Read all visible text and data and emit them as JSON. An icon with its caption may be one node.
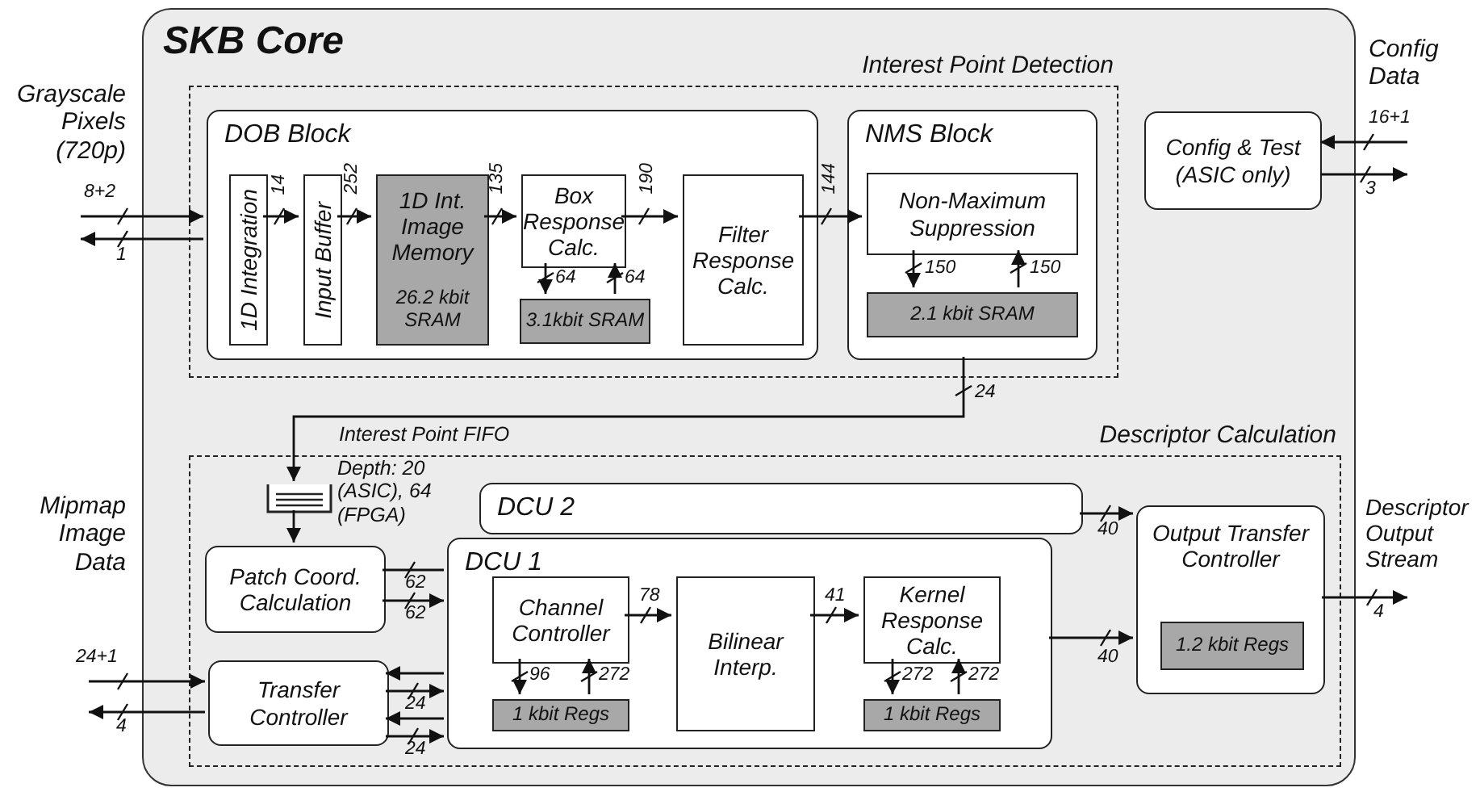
{
  "diagram": {
    "nodes": [
      {
        "text": [
          "SKB Core"
        ]
      },
      {
        "text": [
          "Interest Point Detection"
        ],
        "in": 0
      },
      {
        "text": [
          "DOB Block"
        ],
        "in": 1
      },
      {
        "text": [
          "1D Integration"
        ],
        "in": 2
      },
      {
        "text": [
          "Input Buffer"
        ],
        "in": 2
      },
      {
        "text": [
          "1D Int. Image Memory",
          "26.2 kbit SRAM"
        ],
        "in": 2
      },
      {
        "text": [
          "Box Response Calc."
        ],
        "in": 2
      },
      {
        "text": [
          "3.1kbit SRAM"
        ],
        "in": 2
      },
      {
        "text": [
          "Filter Response Calc."
        ],
        "in": 2
      },
      {
        "text": [
          "NMS Block"
        ],
        "in": 1
      },
      {
        "text": [
          "Non-Maximum Suppression"
        ],
        "in": 9
      },
      {
        "text": [
          "2.1 kbit SRAM"
        ],
        "in": 9
      },
      {
        "text": [
          "Config & Test (ASIC only)"
        ],
        "in": 0
      },
      {
        "text": [
          "Descriptor Calculation"
        ],
        "in": 0
      },
      {
        "text": [],
        "shape": "box",
        "in": 13,
        "beside": [
          "Interest Point FIFO",
          "Depth: 20 (ASIC), 64 (FPGA)"
        ]
      },
      {
        "text": [
          "Patch Coord. Calculation"
        ],
        "in": 13
      },
      {
        "text": [
          "Transfer Controller"
        ],
        "in": 13
      },
      {
        "text": [
          "DCU 2"
        ],
        "in": 13
      },
      {
        "text": [
          "DCU 1"
        ],
        "in": 13
      },
      {
        "text": [
          "Channel Controller"
        ],
        "in": 18
      },
      {
        "text": [
          "1 kbit Regs"
        ],
        "in": 18
      },
      {
        "text": [
          "Bilinear Interp."
        ],
        "in": 18
      },
      {
        "text": [
          "Kernel Response Calc."
        ],
        "in": 18
      },
      {
        "text": [
          "1 kbit Regs"
        ],
        "in": 18
      },
      {
        "text": [
          "Output Transfer Controller"
        ],
        "in": 13
      },
      {
        "text": [
          "1.2 kbit Regs"
        ],
        "in": 24
      }
    ],
    "edges": [
      {
        "from": null,
        "to": 2,
        "arrow": "to",
        "label": "8+2"
      },
      {
        "from": 2,
        "to": null,
        "arrow": "to",
        "label": "1"
      },
      {
        "from": 3,
        "to": 4,
        "arrow": "to",
        "label": "14"
      },
      {
        "from": 4,
        "to": 5,
        "arrow": "to",
        "label": "252"
      },
      {
        "from": 5,
        "to": 6,
        "arrow": "to",
        "label": "135"
      },
      {
        "from": 6,
        "to": 8,
        "arrow": "to",
        "label": "190"
      },
      {
        "from": 6,
        "to": 7,
        "arrow": "to",
        "label": "64"
      },
      {
        "from": 7,
        "to": 6,
        "arrow": "to",
        "label": "64"
      },
      {
        "from": 8,
        "to": 10,
        "arrow": "to",
        "label": "144"
      },
      {
        "from": 10,
        "to": 11,
        "arrow": "to",
        "label": "150"
      },
      {
        "from": 11,
        "to": 10,
        "arrow": "to",
        "label": "150"
      },
      {
        "from": null,
        "to": 12,
        "arrow": "to",
        "label": "16+1"
      },
      {
        "from": 12,
        "to": null,
        "arrow": "to",
        "label": "3"
      },
      {
        "from": 9,
        "to": 14,
        "arrow": "to",
        "label": "24"
      },
      {
        "from": 14,
        "to": 15,
        "arrow": "to"
      },
      {
        "from": 15,
        "to": 18,
        "arrow": "none",
        "label": "62"
      },
      {
        "from": 15,
        "to": 18,
        "arrow": "to",
        "label": "62"
      },
      {
        "from": null,
        "to": 16,
        "arrow": "to",
        "label": "24+1"
      },
      {
        "from": 16,
        "to": null,
        "arrow": "to",
        "label": "4"
      },
      {
        "from": 18,
        "to": 16,
        "arrow": "to"
      },
      {
        "from": 16,
        "to": 18,
        "arrow": "to",
        "label": "24"
      },
      {
        "from": 18,
        "to": 16,
        "arrow": "to"
      },
      {
        "from": 16,
        "to": 18,
        "arrow": "to",
        "label": "24"
      },
      {
        "from": 19,
        "to": 21,
        "arrow": "to",
        "label": "78"
      },
      {
        "from": 19,
        "to": 20,
        "arrow": "to",
        "label": "96"
      },
      {
        "from": 20,
        "to": 19,
        "arrow": "to",
        "label": "272"
      },
      {
        "from": 21,
        "to": 22,
        "arrow": "to",
        "label": "41"
      },
      {
        "from": 22,
        "to": 23,
        "arrow": "to",
        "label": "272"
      },
      {
        "from": 23,
        "to": 22,
        "arrow": "to",
        "label": "272"
      },
      {
        "from": 17,
        "to": 24,
        "arrow": "to",
        "label": "40"
      },
      {
        "from": 18,
        "to": 24,
        "arrow": "to",
        "label": "40"
      },
      {
        "from": 24,
        "to": null,
        "arrow": "to",
        "label": "4"
      }
    ],
    "labels": [
      "Grayscale Pixels (720p)",
      "Config Data",
      "Mipmap Image Data",
      "Descriptor Output Stream"
    ]
  }
}
